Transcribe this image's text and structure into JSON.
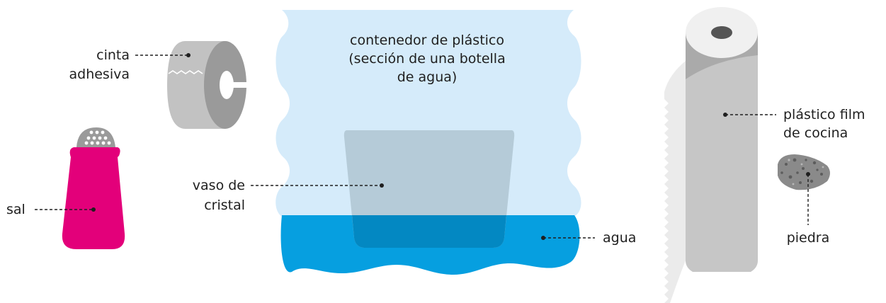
{
  "labels": {
    "tape_line1": "cinta",
    "tape_line2": "adhesiva",
    "container_line1": "contenedor de plástico",
    "container_line2": "(sección de una botella",
    "container_line3": "de agua)",
    "glass_line1": "vaso de",
    "glass_line2": "cristal",
    "salt": "sal",
    "water": "agua",
    "film_line1": "plástico film",
    "film_line2": "de cocina",
    "stone": "piedra"
  },
  "colors": {
    "container_fill": "#d5ebfa",
    "water": "#069fe0",
    "glass": "#b3c9d6",
    "glass_in_water": "#0388c2",
    "salt_shaker": "#e3007a",
    "shaker_cap": "#9a9a9a",
    "tape": "#c2c2c2",
    "film_roll": "#c6c6c6",
    "stone": "#8a8a8a",
    "text": "#1f1f1f"
  }
}
